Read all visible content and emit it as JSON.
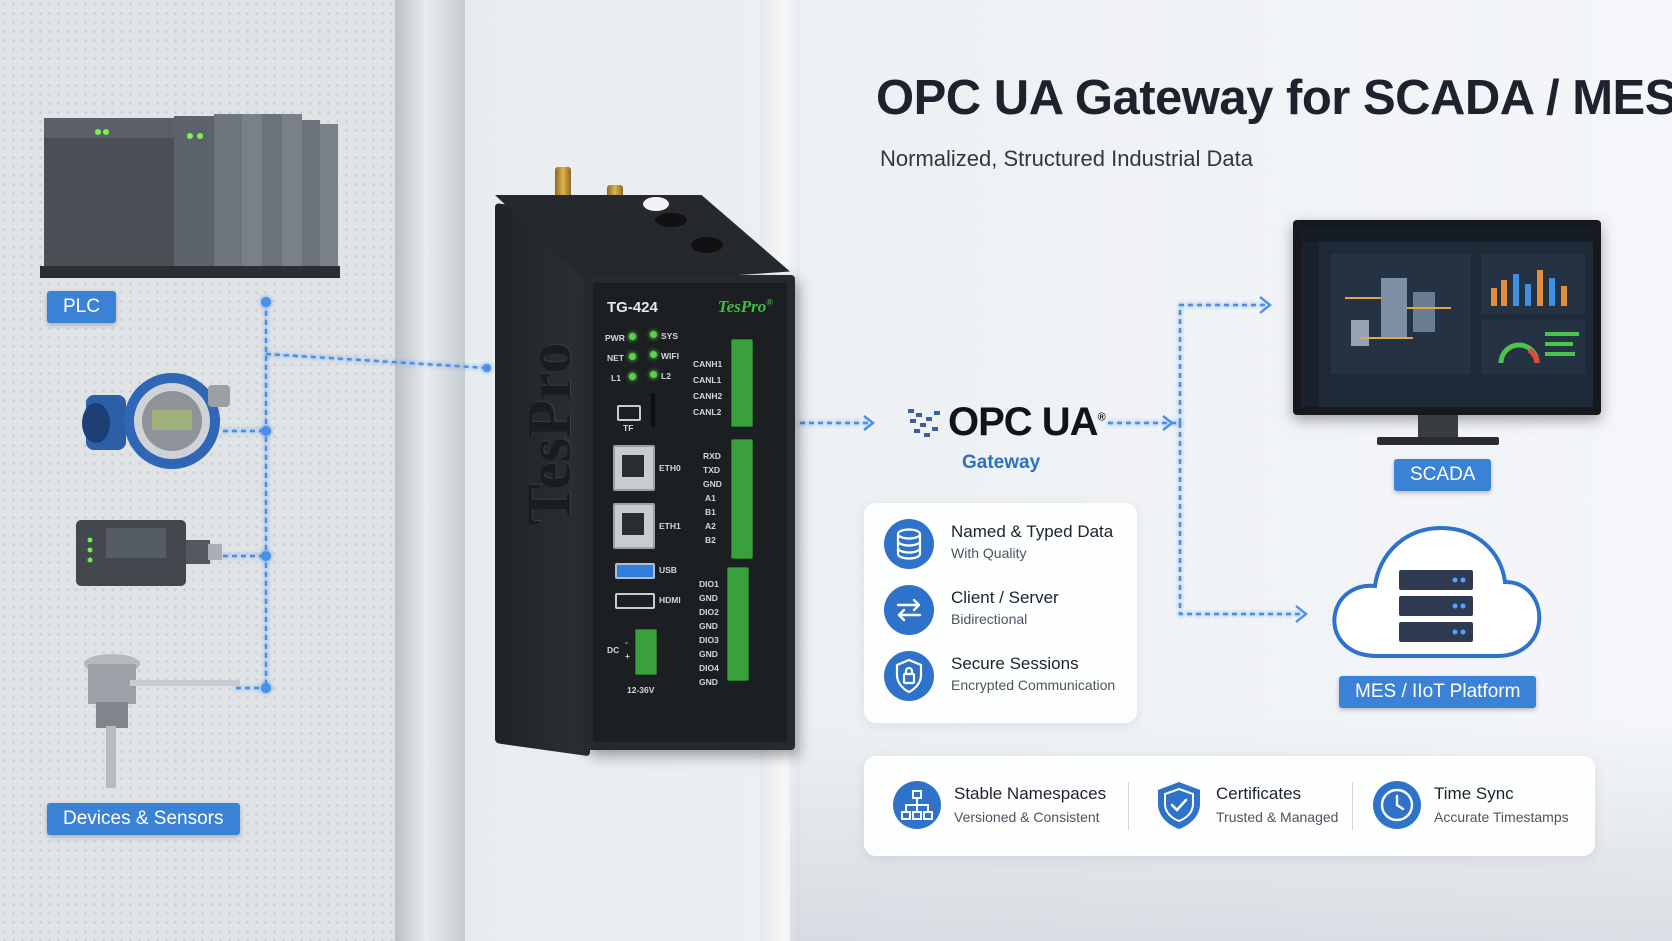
{
  "title": "OPC UA Gateway for SCADA / MES",
  "subtitle": "Normalized, Structured Industrial Data",
  "left_labels": {
    "plc": "PLC",
    "devices": "Devices & Sensors"
  },
  "gateway_device": {
    "model": "TG-424",
    "brand": "TesPro",
    "brand_reg": "®",
    "leds": [
      "PWR",
      "SYS",
      "NET",
      "WIFI",
      "L1",
      "L2"
    ],
    "tf": "TF",
    "eth0": "ETH0",
    "eth1": "ETH1",
    "usb": "USB",
    "hdmi": "HDMI",
    "dc": "DC",
    "dc_plus": "+",
    "dc_minus": "-",
    "voltage": "12-36V",
    "can_labels": [
      "CANH1",
      "CANL1",
      "CANH2",
      "CANL2"
    ],
    "serial_labels": [
      "RXD",
      "TXD",
      "GND",
      "A1",
      "B1",
      "A2",
      "B2"
    ],
    "dio_labels": [
      "DIO1",
      "GND",
      "DIO2",
      "GND",
      "DIO3",
      "GND",
      "DIO4",
      "GND"
    ]
  },
  "opc": {
    "logo": "OPC UA",
    "reg": "®",
    "caption": "Gateway"
  },
  "targets": {
    "scada": "SCADA",
    "mes": "MES / IIoT Platform"
  },
  "features": [
    {
      "title": "Named & Typed Data",
      "desc": "With Quality",
      "icon": "database-icon"
    },
    {
      "title": "Client / Server",
      "desc": "Bidirectional",
      "icon": "exchange-arrows-icon"
    },
    {
      "title": "Secure Sessions",
      "desc": "Encrypted Communication",
      "icon": "shield-lock-icon"
    }
  ],
  "bottom_features": [
    {
      "title": "Stable Namespaces",
      "desc": "Versioned & Consistent",
      "icon": "hierarchy-icon"
    },
    {
      "title": "Certificates",
      "desc": "Trusted & Managed",
      "icon": "shield-check-icon"
    },
    {
      "title": "Time Sync",
      "desc": "Accurate Timestamps",
      "icon": "clock-icon"
    }
  ],
  "colors": {
    "accent": "#3b82d6",
    "icon_blue": "#2e72c9",
    "terminal_green": "#3aa03c",
    "title": "#1c232c"
  }
}
